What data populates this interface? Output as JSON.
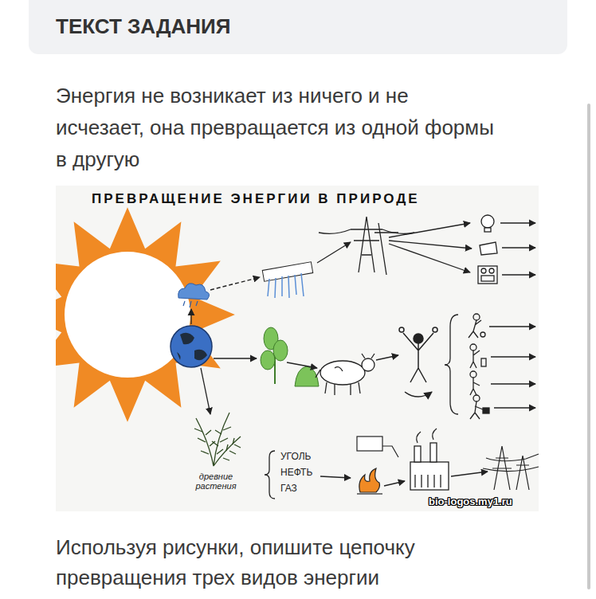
{
  "diagram": {
    "nodes": [
      {
        "text": [
          "ТЕКСТ ЗАДАНИЯ"
        ]
      }
    ],
    "labels": [
      "Энергия не возникает из ничего и не исчезает, она превращается из одной формы в другую",
      "ПРЕВРАЩЕНИЕ ЭНЕРГИИ В ПРИРОДЕ",
      "древние растения",
      "УГОЛЬ",
      "НЕФТЬ",
      "ГАЗ",
      "bio-logos.my1.ru",
      "Используя рисунки, опишите цепочку превращения трех видов энергии"
    ]
  }
}
